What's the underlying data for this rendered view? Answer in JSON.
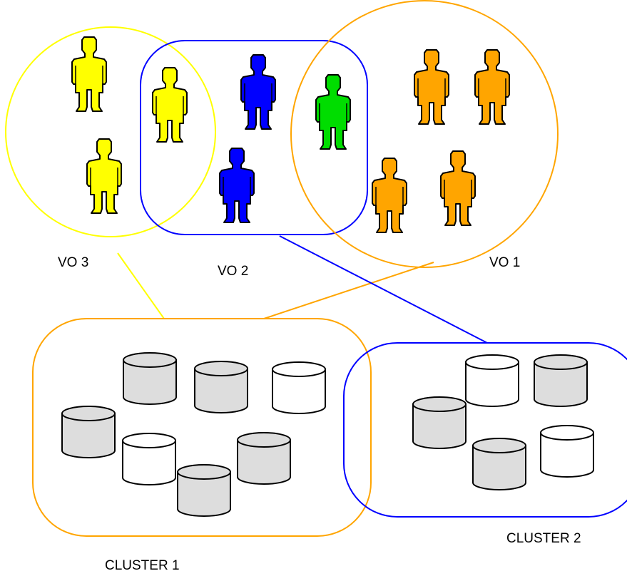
{
  "labels": {
    "vo3": "VO 3",
    "vo2": "VO 2",
    "vo1": "VO 1",
    "cluster1": "CLUSTER 1",
    "cluster2": "CLUSTER 2"
  },
  "colors": {
    "vo3": "#ffff00",
    "vo2": "#0000ff",
    "vo1": "#ffa500",
    "shared": "#00dd00",
    "cluster1": "#ffa500",
    "cluster2": "#0000ff",
    "disk_filled": "#dddddd",
    "disk_empty": "#ffffff"
  },
  "people": [
    {
      "group": "vo3"
    },
    {
      "group": "vo3"
    },
    {
      "group": "vo3"
    },
    {
      "group": "vo2"
    },
    {
      "group": "vo2"
    },
    {
      "group": "shared"
    },
    {
      "group": "vo1"
    },
    {
      "group": "vo1"
    },
    {
      "group": "vo1"
    },
    {
      "group": "vo1"
    }
  ],
  "disks": {
    "cluster1": [
      "filled",
      "filled",
      "empty",
      "filled",
      "empty",
      "filled",
      "filled"
    ],
    "cluster2": [
      "empty",
      "filled",
      "filled",
      "filled",
      "empty"
    ]
  }
}
